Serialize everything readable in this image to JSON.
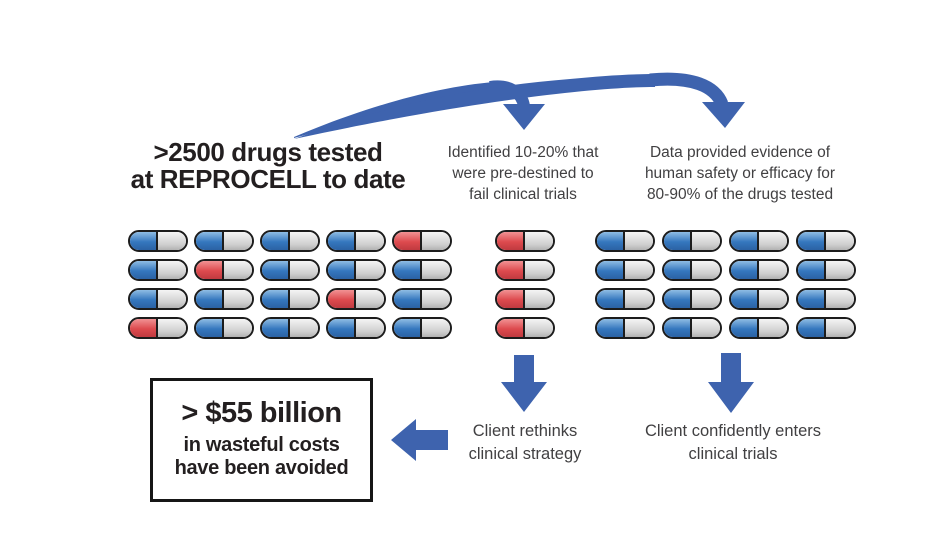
{
  "colors": {
    "arrow": "#3E63AE",
    "pill_blue_light": "#8FBCE4",
    "pill_blue": "#3577BE",
    "pill_blue_dark": "#2B62A4",
    "pill_red_light": "#F19293",
    "pill_red": "#DD4A4E",
    "pill_red_dark": "#C03A40",
    "pill_gray_light": "#F4F4F4",
    "pill_gray": "#CFCFCF",
    "pill_gray_dark": "#B2B2B2",
    "text": "#414042",
    "title": "#231F20"
  },
  "title": {
    "line1": ">2500 drugs tested",
    "line2": "at REPROCELL to date"
  },
  "captions": {
    "middle": {
      "line1": "Identified 10-20% that",
      "line2": "were pre-destined to",
      "line3": "fail clinical trials"
    },
    "right": {
      "line1": "Data provided evidence of",
      "line2": "human safety or efficacy for",
      "line3": "80-90% of the drugs tested"
    }
  },
  "pills": {
    "left_grid": [
      [
        "blue",
        "blue",
        "blue",
        "blue",
        "red"
      ],
      [
        "blue",
        "red",
        "blue",
        "blue",
        "blue"
      ],
      [
        "blue",
        "blue",
        "blue",
        "red",
        "blue"
      ],
      [
        "red",
        "blue",
        "blue",
        "blue",
        "blue"
      ]
    ],
    "middle_column": [
      [
        "red"
      ],
      [
        "red"
      ],
      [
        "red"
      ],
      [
        "red"
      ]
    ],
    "right_grid": [
      [
        "blue",
        "blue",
        "blue",
        "blue"
      ],
      [
        "blue",
        "blue",
        "blue",
        "blue"
      ],
      [
        "blue",
        "blue",
        "blue",
        "blue"
      ],
      [
        "blue",
        "blue",
        "blue",
        "blue"
      ]
    ]
  },
  "outcomes": {
    "middle": {
      "line1": "Client rethinks",
      "line2": "clinical strategy"
    },
    "right": {
      "line1": "Client confidently enters",
      "line2": "clinical trials"
    }
  },
  "summary": {
    "line1": "> $55 billion",
    "line2": "in wasteful costs",
    "line3": "have been avoided"
  }
}
